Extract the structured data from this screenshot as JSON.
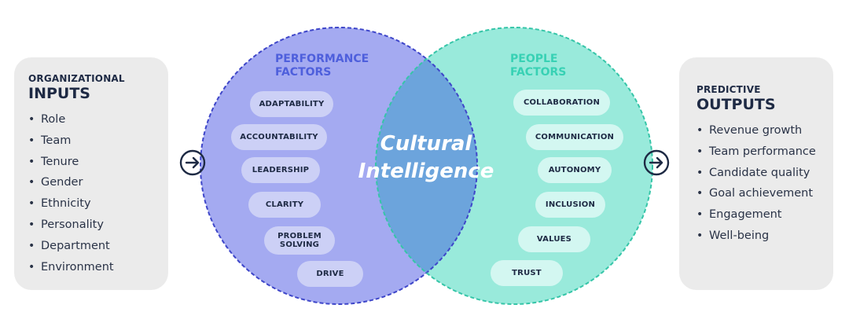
{
  "inputs": {
    "kicker": "ORGANIZATIONAL",
    "title": "INPUTS",
    "bullet": "•",
    "items": [
      "Role",
      "Team",
      "Tenure",
      "Gender",
      "Ethnicity",
      "Personality",
      "Department",
      "Environment"
    ]
  },
  "outputs": {
    "kicker": "PREDICTIVE",
    "title": "OUTPUTS",
    "bullet": "•",
    "items": [
      "Revenue growth",
      "Team performance",
      "Candidate quality",
      "Goal achievement",
      "Engagement",
      "Well-being"
    ]
  },
  "performance": {
    "title_line1": "PERFORMANCE",
    "title_line2": "FACTORS",
    "items": [
      "ADAPTABILITY",
      "ACCOUNTABILITY",
      "LEADERSHIP",
      "CLARITY",
      "PROBLEM SOLVING",
      "DRIVE"
    ],
    "problem_line1": "PROBLEM",
    "problem_line2": "SOLVING"
  },
  "people": {
    "title_line1": "PEOPLE",
    "title_line2": "FACTORS",
    "items": [
      "COLLABORATION",
      "COMMUNICATION",
      "AUTONOMY",
      "INCLUSION",
      "VALUES",
      "TRUST"
    ]
  },
  "center": {
    "line1": "Cultural",
    "line2": "Intelligence"
  },
  "colors": {
    "performance_circle": "#a4aaf1",
    "people_circle": "#99eadb",
    "overlap": "#6ca4dc",
    "performance_accent": "#4e5fdc",
    "people_accent": "#38d1b4",
    "panel_bg": "#ebebeb",
    "text_dark": "#1e2a44"
  },
  "icons": {
    "left_arrow": "arrow-right-circle-icon",
    "right_arrow": "arrow-right-circle-icon"
  }
}
